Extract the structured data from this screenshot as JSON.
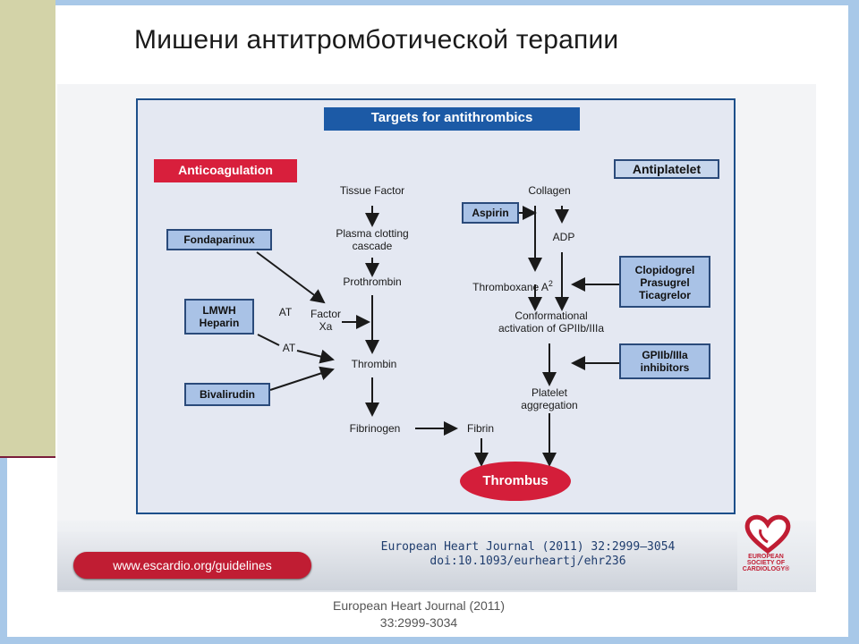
{
  "slide": {
    "title": "Мишени антитромботической терапии",
    "caption": "European Heart Journal (2011)\n33:2999-3034"
  },
  "diagram": {
    "header": "Targets for antithrombics",
    "left_label": "Anticoagulation",
    "right_label": "Antiplatelet",
    "drugs": {
      "fondaparinux": "Fondaparinux",
      "lmwh_heparin": "LMWH\nHeparin",
      "bivalirudin": "Bivalirudin",
      "aspirin": "Aspirin",
      "p2y12": "Clopidogrel\nPrasugrel\nTicagrelor",
      "gp_inhibitors": "GPIIb/IIIa\ninhibitors"
    },
    "nodes": {
      "tissue_factor": "Tissue Factor",
      "plasma_cascade": "Plasma clotting\ncascade",
      "prothrombin": "Prothrombin",
      "factor_xa": "Factor\nXa",
      "at_1": "AT",
      "at_2": "AT",
      "thrombin": "Thrombin",
      "fibrinogen": "Fibrinogen",
      "fibrin": "Fibrin",
      "collagen": "Collagen",
      "adp": "ADP",
      "thromboxane": "Thromboxane A",
      "thromboxane_sup": "2",
      "conformational": "Conformational\nactivation of GPIIb/IIIa",
      "platelet_agg": "Platelet\naggregation",
      "thrombus": "Thrombus"
    }
  },
  "footer": {
    "url": "www.escardio.org/guidelines",
    "reference": "European Heart Journal (2011) 32:2999–3054\ndoi:10.1093/eurheartj/ehr236",
    "logo_text": "EUROPEAN\nSOCIETY OF\nCARDIOLOGY®"
  },
  "colors": {
    "accent_blue": "#1c5aa6",
    "accent_red": "#d81f3c",
    "drug_box": "#a9c2e6"
  }
}
